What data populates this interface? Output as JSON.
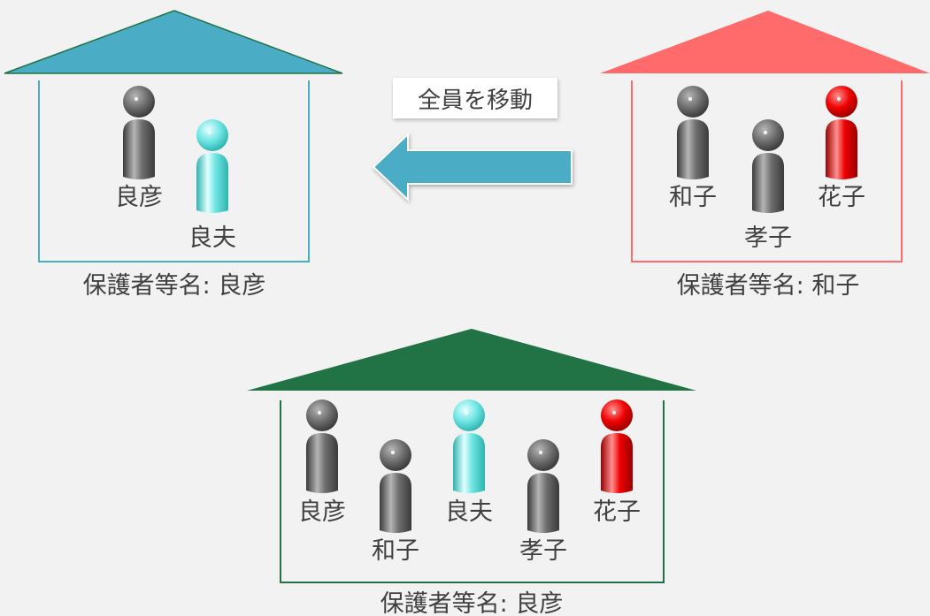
{
  "houses": {
    "left": {
      "guardian_label": "保護者等名: 良彦",
      "roof_color": "#4bacc6",
      "wall_color": "#4bacc6",
      "members": [
        {
          "name": "良彦",
          "color": "gray"
        },
        {
          "name": "良夫",
          "color": "cyan"
        }
      ]
    },
    "right": {
      "guardian_label": "保護者等名: 和子",
      "roof_color": "#ff6b6b",
      "wall_color": "#ff6b6b",
      "members": [
        {
          "name": "和子",
          "color": "gray"
        },
        {
          "name": "孝子",
          "color": "gray"
        },
        {
          "name": "花子",
          "color": "red"
        }
      ]
    },
    "merged": {
      "guardian_label": "保護者等名: 良彦",
      "roof_color": "#217346",
      "wall_color": "#217346",
      "members": [
        {
          "name": "良彦",
          "color": "gray"
        },
        {
          "name": "和子",
          "color": "gray"
        },
        {
          "name": "良夫",
          "color": "cyan"
        },
        {
          "name": "孝子",
          "color": "gray"
        },
        {
          "name": "花子",
          "color": "red"
        }
      ]
    }
  },
  "action": {
    "move_all_label": "全員を移動",
    "arrow_color": "#4bacc6",
    "direction": "right-to-left"
  },
  "figure_colors": {
    "gray": {
      "light": "#b5b5b5",
      "base": "#6e6e6e",
      "dark": "#3a3a3a"
    },
    "cyan": {
      "light": "#e2ffff",
      "base": "#6ee5e3",
      "dark": "#2fb3b0"
    },
    "red": {
      "light": "#ff9090",
      "base": "#ee0000",
      "dark": "#990000"
    }
  }
}
